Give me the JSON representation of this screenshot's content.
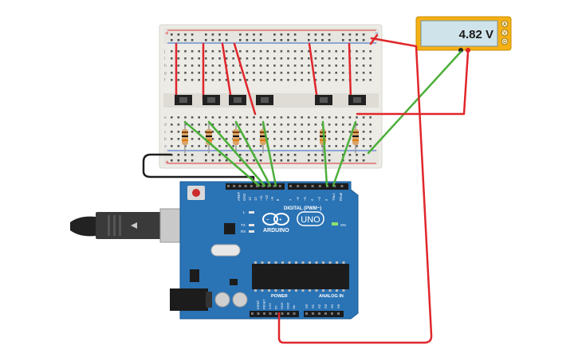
{
  "multimeter": {
    "reading": "4.82 V",
    "mode_buttons": [
      "A",
      "V",
      "Ω"
    ]
  },
  "arduino": {
    "brand": "ARDUINO",
    "model": "UNO",
    "digital_header_label": "DIGITAL (PWM~)",
    "power_label": "POWER",
    "analog_label": "ANALOG IN",
    "on_label": "ON",
    "l_label": "L",
    "tx_label": "TX",
    "rx_label": "RX",
    "aref_label": "AREF",
    "gnd_label": "GND",
    "top_pin_labels": [
      "13",
      "12",
      "~11",
      "~10",
      "~9",
      "8",
      "7",
      "~6",
      "~5",
      "4",
      "~3",
      "2",
      "TX▸1",
      "RX◂0"
    ],
    "power_pin_labels": [
      "IOREF",
      "RESET",
      "3.3V",
      "5V",
      "GND",
      "GND",
      "Vin"
    ],
    "analog_pin_labels": [
      "A0",
      "A1",
      "A2",
      "A3",
      "A4",
      "A5"
    ]
  },
  "breadboard": {
    "row_letters_top": [
      "j",
      "i",
      "h",
      "g",
      "f"
    ],
    "row_letters_bottom": [
      "e",
      "d",
      "c",
      "b",
      "a"
    ],
    "plus_label": "+",
    "minus_label": "−"
  },
  "colors": {
    "wire_red": "#e0262b",
    "wire_green": "#4caf3a",
    "wire_black": "#1f1f1f",
    "pcb_blue": "#2a73b5",
    "multimeter_frame": "#f5b014",
    "lcd_bg": "#cfe3ea"
  }
}
